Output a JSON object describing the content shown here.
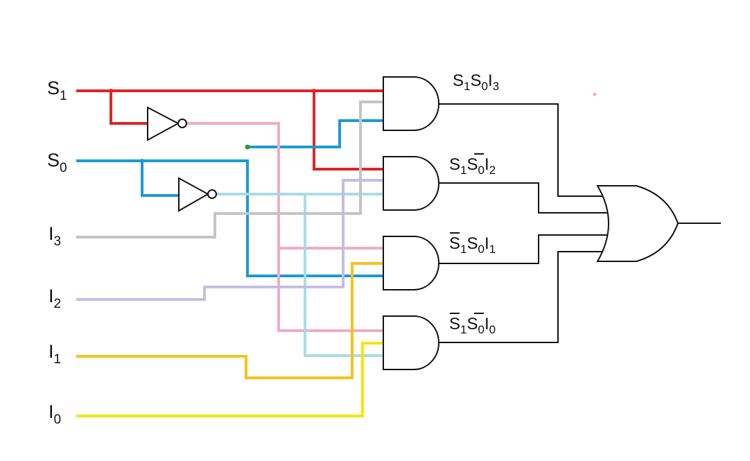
{
  "inputs": {
    "s1": {
      "main": "S",
      "sub": "1"
    },
    "s0": {
      "main": "S",
      "sub": "0"
    },
    "i3": {
      "main": "I",
      "sub": "3"
    },
    "i2": {
      "main": "I",
      "sub": "2"
    },
    "i1": {
      "main": "I",
      "sub": "1"
    },
    "i0": {
      "main": "I",
      "sub": "0"
    }
  },
  "terms": [
    {
      "a": "S",
      "a_sub": "1",
      "a_bar": false,
      "b": "S",
      "b_sub": "0",
      "b_bar": false,
      "c": "I",
      "c_sub": "3"
    },
    {
      "a": "S",
      "a_sub": "1",
      "a_bar": false,
      "b": "S",
      "b_sub": "0",
      "b_bar": true,
      "c": "I",
      "c_sub": "2"
    },
    {
      "a": "S",
      "a_sub": "1",
      "a_bar": true,
      "b": "S",
      "b_sub": "0",
      "b_bar": false,
      "c": "I",
      "c_sub": "1"
    },
    {
      "a": "S",
      "a_sub": "1",
      "a_bar": true,
      "b": "S",
      "b_sub": "0",
      "b_bar": true,
      "c": "I",
      "c_sub": "0"
    }
  ],
  "colors": {
    "s1": "#e02424",
    "s0": "#1a9ad6",
    "s1_not": "#f2aac4",
    "s0_not": "#a6dde6",
    "i3": "#c4c4c4",
    "i2": "#c4bde6",
    "i1": "#f6c21a",
    "i0": "#f8e40a",
    "gates": "#111111"
  }
}
